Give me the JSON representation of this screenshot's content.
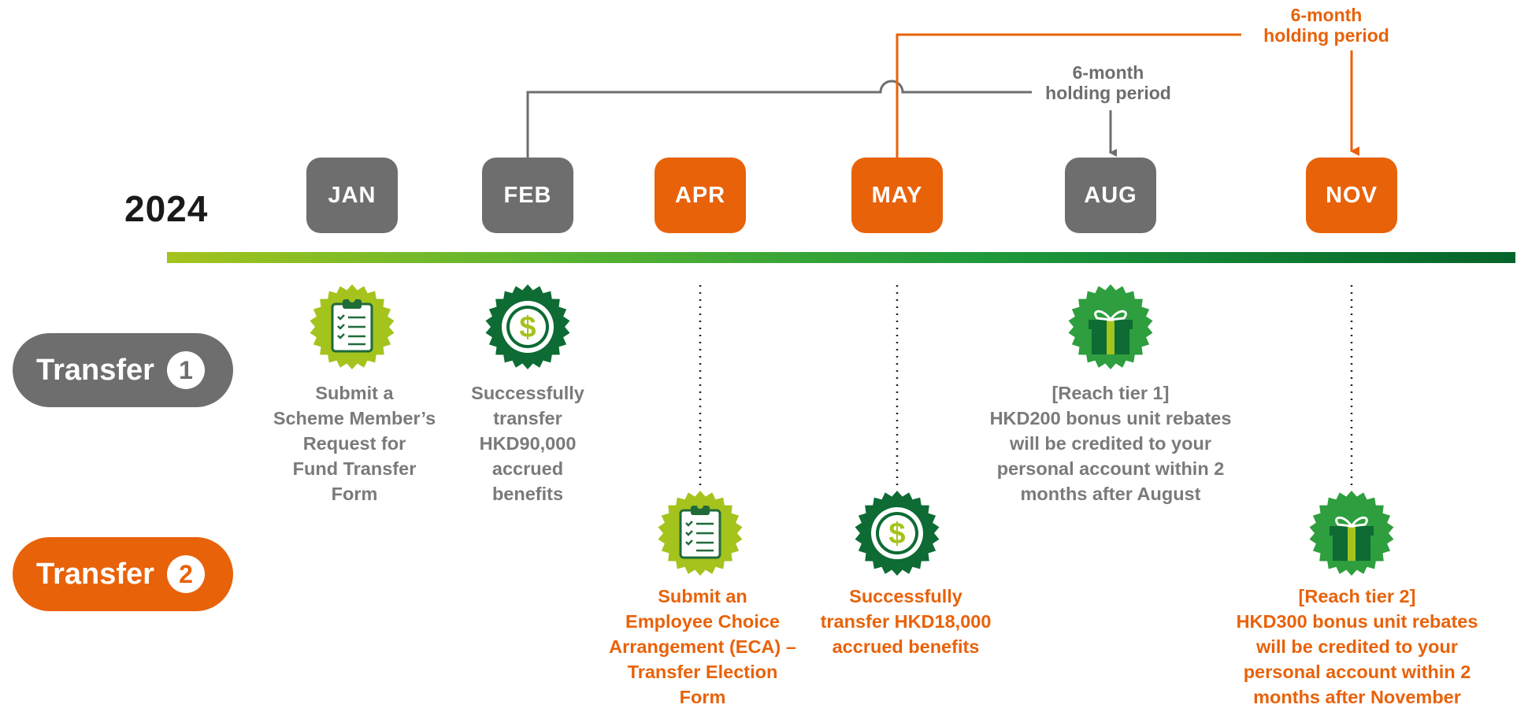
{
  "year": "2024",
  "months": [
    {
      "label": "JAN",
      "color": "grey"
    },
    {
      "label": "FEB",
      "color": "grey"
    },
    {
      "label": "APR",
      "color": "orange"
    },
    {
      "label": "MAY",
      "color": "orange"
    },
    {
      "label": "AUG",
      "color": "grey"
    },
    {
      "label": "NOV",
      "color": "orange"
    }
  ],
  "transfer1": {
    "label": "Transfer",
    "number": "1"
  },
  "transfer2": {
    "label": "Transfer",
    "number": "2"
  },
  "holding": {
    "grey": "6-month\nholding period",
    "orange": "6-month\nholding period"
  },
  "events": {
    "jan": {
      "text": "Submit a\nScheme Member’s\nRequest for\nFund Transfer\nForm",
      "icon": "clipboard-icon"
    },
    "feb": {
      "text": "Successfully\ntransfer\nHKD90,000\naccrued\nbenefits",
      "icon": "dollar-icon"
    },
    "aug": {
      "text": "[Reach tier 1]\nHKD200 bonus unit rebates\nwill be credited to your\npersonal account within 2\nmonths after August",
      "icon": "gift-icon"
    },
    "apr": {
      "text": "Submit an\nEmployee Choice\nArrangement (ECA) –\nTransfer Election\nForm",
      "icon": "clipboard-icon"
    },
    "may": {
      "text": "Successfully\ntransfer HKD18,000\naccrued benefits",
      "icon": "dollar-icon"
    },
    "nov": {
      "text": "[Reach tier 2]\nHKD300 bonus unit rebates\nwill  be credited to your\npersonal account within 2\nmonths after November",
      "icon": "gift-icon"
    }
  },
  "colors": {
    "grey": "#6e6e6e",
    "orange": "#e8620a",
    "green_light": "#a4c31d",
    "green_dark": "#04642a"
  }
}
